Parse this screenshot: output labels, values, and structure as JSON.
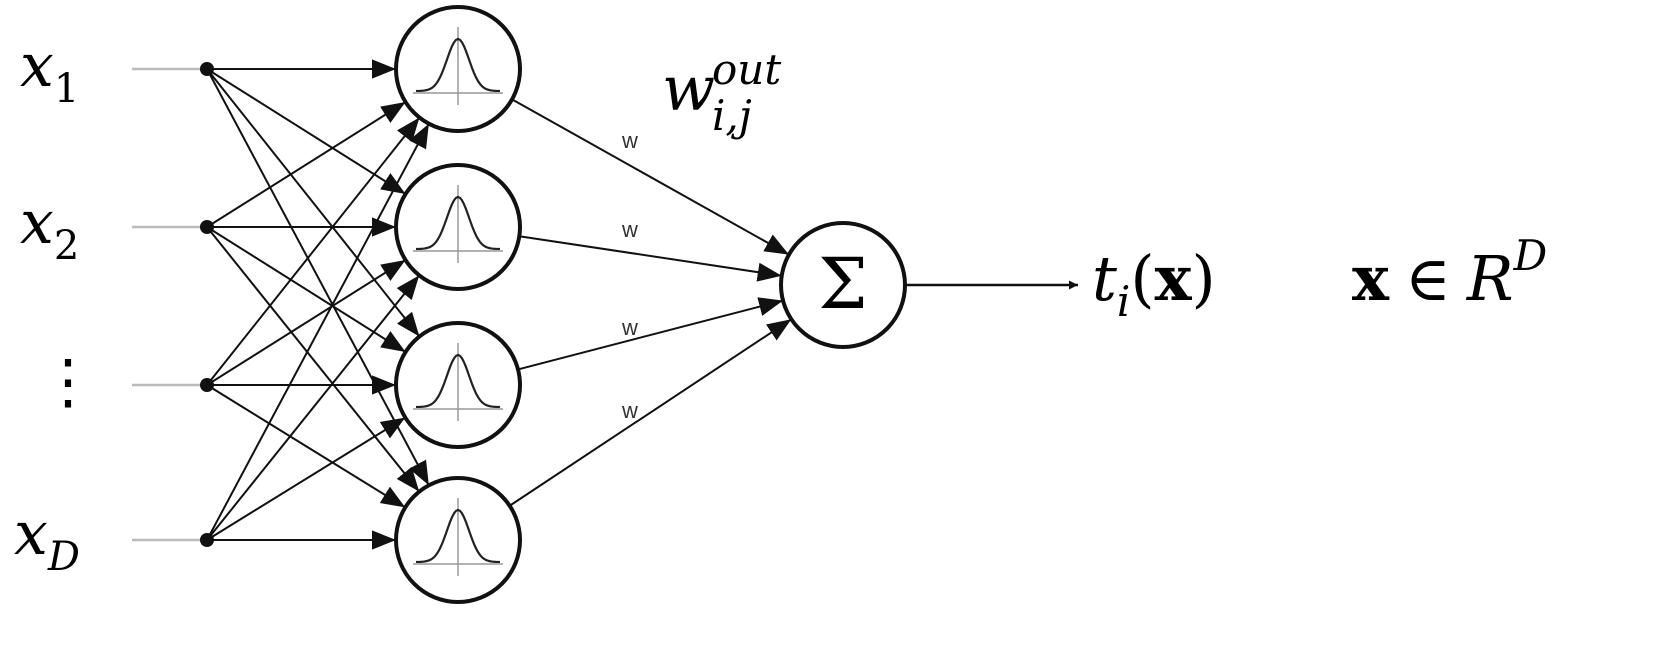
{
  "inputs": [
    {
      "symbol": "x",
      "subscript": "1"
    },
    {
      "symbol": "x",
      "subscript": "2"
    },
    {
      "symbol": "⋮",
      "subscript": ""
    },
    {
      "symbol": "x",
      "subscript": "D"
    }
  ],
  "weight_labels": [
    "w",
    "w",
    "w",
    "w"
  ],
  "output_weight": {
    "base": "w",
    "superscript": "out",
    "subscript": "i,j"
  },
  "sum_symbol": "Σ",
  "output": {
    "func": "t",
    "subscript": "i",
    "open": "(",
    "arg": "x",
    "close": ")"
  },
  "domain_statement": {
    "var": "x",
    "relation": "∈",
    "space": "R",
    "superscript": "D"
  },
  "colors": {
    "line": "#111111",
    "input_line": "#bbbbbb",
    "node_fill": "#ffffff",
    "grid": "#999999"
  },
  "icons": {
    "hidden_unit": "gaussian-bell-icon"
  }
}
